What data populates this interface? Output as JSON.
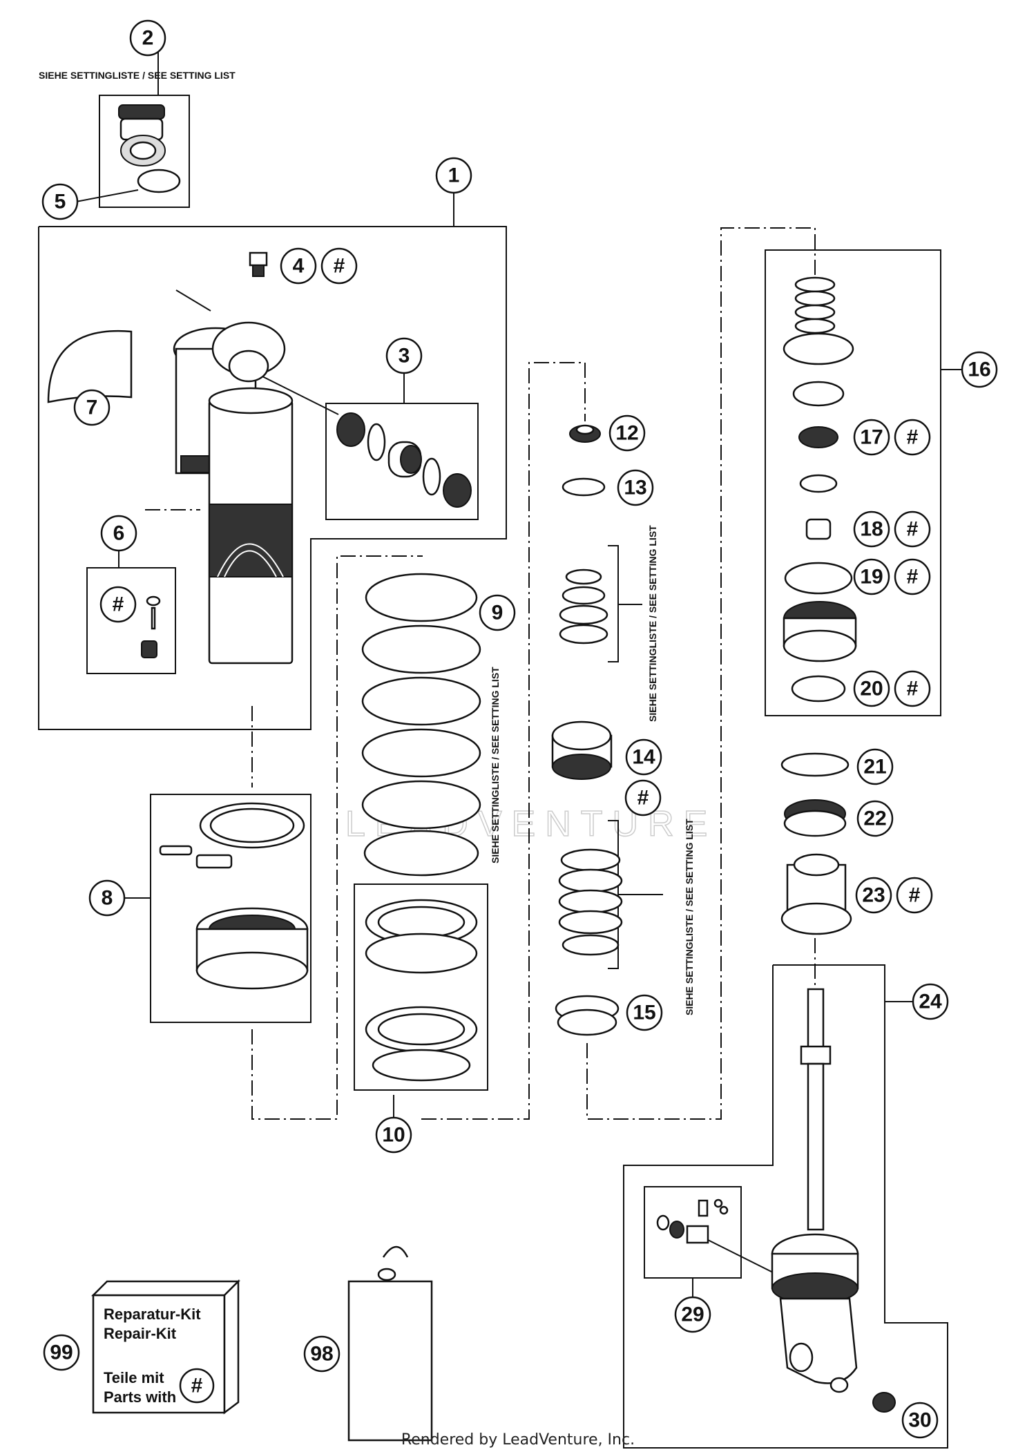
{
  "notes": {
    "setting_list_top": "SIEHE SETTINGLISTE / SEE SETTING LIST",
    "setting_list_spring": "SIEHE SETTINGLISTE / SEE SETTING LIST",
    "setting_list_stack_upper": "SIEHE SETTINGLISTE / SEE SETTING LIST",
    "setting_list_stack_lower": "SIEHE SETTINGLISTE / SEE SETTING LIST"
  },
  "watermark": "LEADVENTURE",
  "callouts": {
    "c1": "1",
    "c2": "2",
    "c3": "3",
    "c4": "4",
    "c5": "5",
    "c6": "6",
    "c7": "7",
    "c8": "8",
    "c9": "9",
    "c10": "10",
    "c12": "12",
    "c13": "13",
    "c14": "14",
    "c15": "15",
    "c16": "16",
    "c17": "17",
    "c18": "18",
    "c19": "19",
    "c20": "20",
    "c21": "21",
    "c22": "22",
    "c23": "23",
    "c24": "24",
    "c29": "29",
    "c30": "30",
    "c98": "98",
    "c99": "99"
  },
  "hash_marker": "#",
  "kit": {
    "line1": "Reparatur-Kit",
    "line2": "Repair-Kit",
    "line3": "Teile mit",
    "line4": "Parts with",
    "marker": "#"
  },
  "footer": "Rendered by LeadVenture, Inc."
}
